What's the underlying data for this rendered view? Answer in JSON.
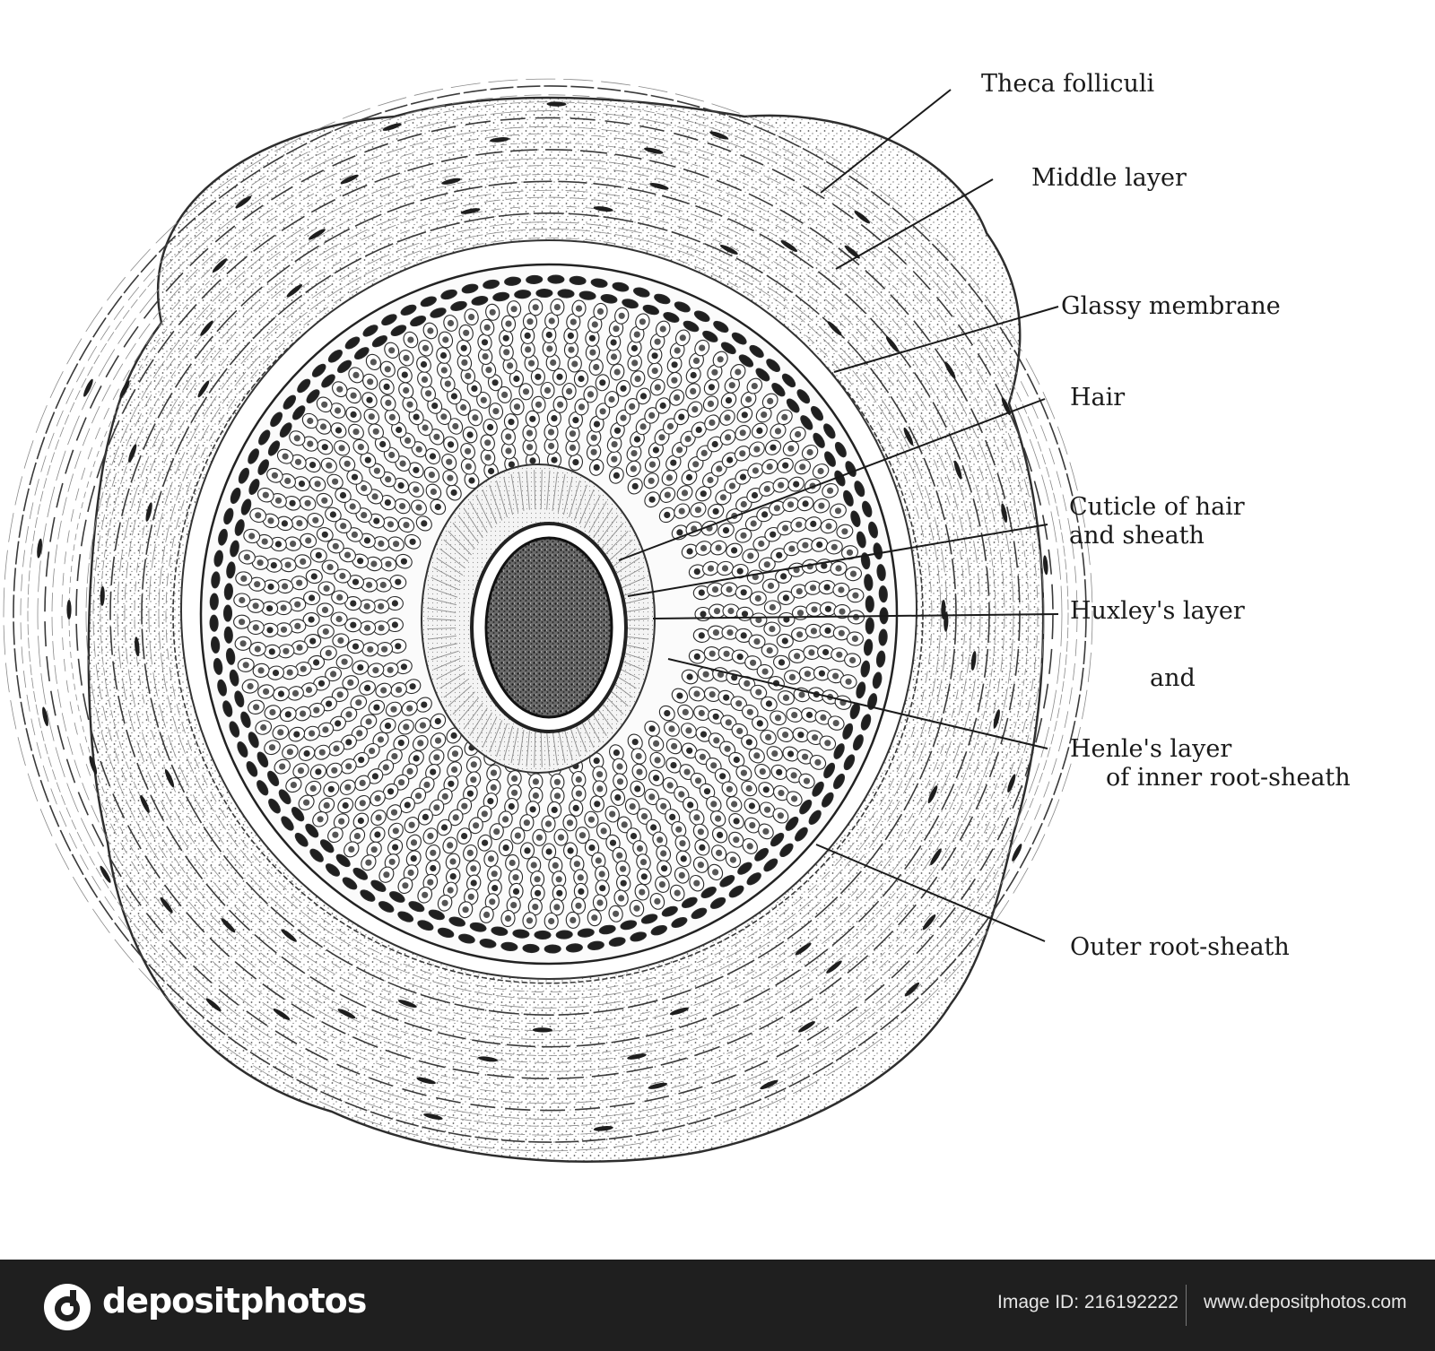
{
  "figure": {
    "labels": {
      "theca_folliculi": "Theca folliculi",
      "middle_layer": "Middle layer",
      "glassy_membrane": "Glassy membrane",
      "hair": "Hair",
      "cuticle_line1": "Cuticle of hair",
      "cuticle_line2": "and sheath",
      "huxleys_layer": "Huxley's layer",
      "and": "and",
      "henles_line1": "Henle's layer",
      "henles_line2": "of inner root-sheath",
      "outer_root_sheath": "Outer root-sheath"
    },
    "colors": {
      "ink": "#1a1a1a",
      "stipple": "#3a3a3a",
      "background": "#ffffff"
    }
  },
  "footer": {
    "brand": "depositphotos",
    "image_id": "Image ID: 216192222",
    "url": "www.depositphotos.com",
    "background": "#1f1f1f",
    "logo_icon": "depositphotos-logo-icon"
  }
}
